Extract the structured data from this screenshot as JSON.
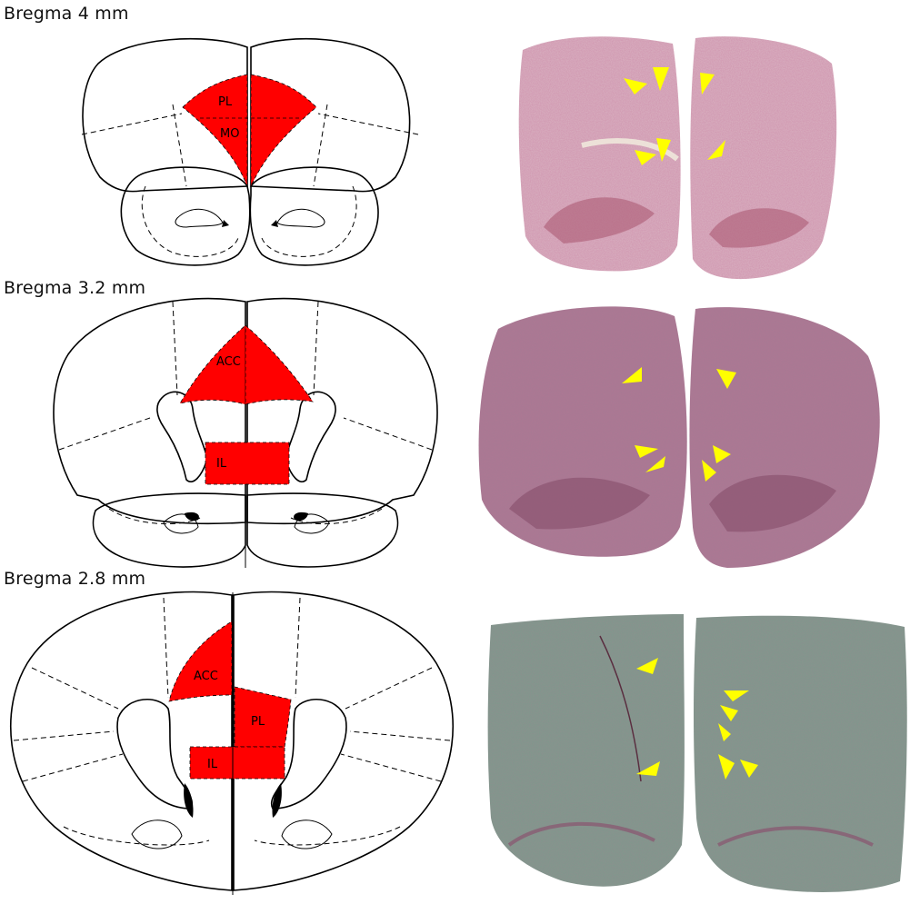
{
  "panels": [
    {
      "title": "Bregma 4 mm",
      "regions": [
        "PL",
        "MO"
      ],
      "arrowheads": 6
    },
    {
      "title": "Bregma 3.2 mm",
      "regions": [
        "ACC",
        "IL"
      ],
      "arrowheads": 6
    },
    {
      "title": "Bregma 2.8 mm",
      "regions": [
        "ACC",
        "PL",
        "IL"
      ],
      "arrowheads": 7
    }
  ],
  "colors": {
    "region_fill": "#ff0000",
    "arrowhead": "#ffff00",
    "histology_1": "#c9a0b0",
    "histology_2": "#a07a92",
    "histology_3": "#7a9a8a"
  }
}
